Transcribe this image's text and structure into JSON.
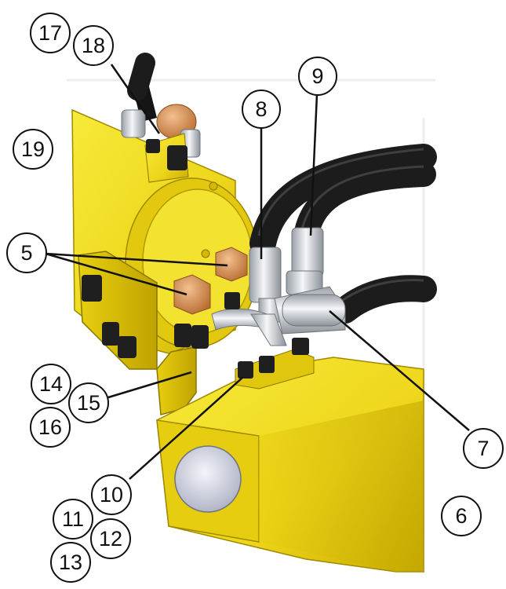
{
  "callouts": [
    {
      "id": "c17",
      "label": "17"
    },
    {
      "id": "c18",
      "label": "18"
    },
    {
      "id": "c19",
      "label": "19"
    },
    {
      "id": "c8",
      "label": "8"
    },
    {
      "id": "c9",
      "label": "9"
    },
    {
      "id": "c5",
      "label": "5"
    },
    {
      "id": "c7",
      "label": "7"
    },
    {
      "id": "c14",
      "label": "14"
    },
    {
      "id": "c15",
      "label": "15"
    },
    {
      "id": "c16",
      "label": "16"
    },
    {
      "id": "c10",
      "label": "10"
    },
    {
      "id": "c11",
      "label": "11"
    },
    {
      "id": "c12",
      "label": "12"
    },
    {
      "id": "c13",
      "label": "13"
    },
    {
      "id": "c6",
      "label": "6"
    }
  ],
  "colors": {
    "steel_yellow": "#f2e01a",
    "steel_yellow_dark": "#c9b400",
    "hose_black": "#1c1c1c",
    "fitting_silver": "#d9dde2",
    "nut_copper": "#d9955a",
    "bolt_black": "#202020"
  }
}
